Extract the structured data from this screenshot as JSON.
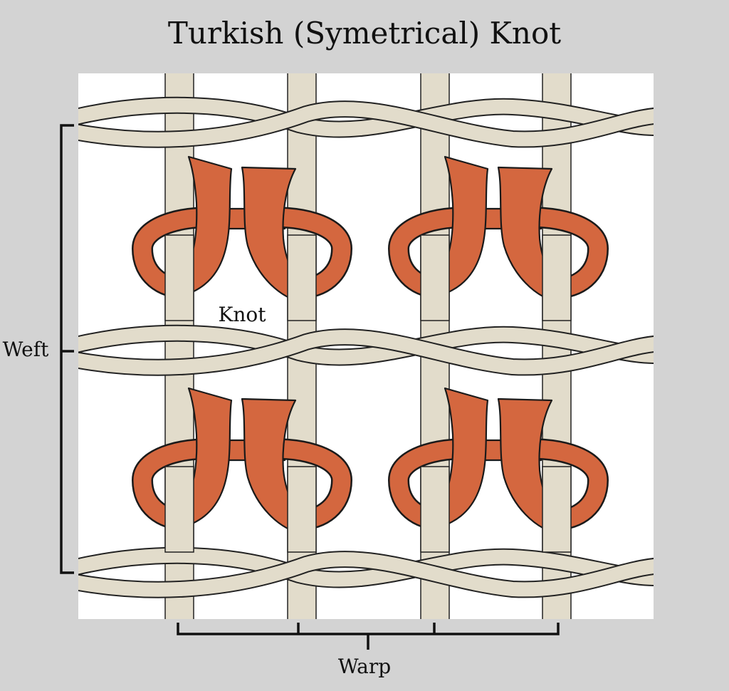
{
  "title": "Turkish (Symetrical) Knot",
  "labels": {
    "knot": "Knot",
    "weft": "Weft",
    "warp": "Warp"
  },
  "colors": {
    "background": "#d3d3d3",
    "panel": "#ffffff",
    "yarn": "#e2dccb",
    "knot": "#d4673f",
    "outline": "#1a1a1a"
  }
}
